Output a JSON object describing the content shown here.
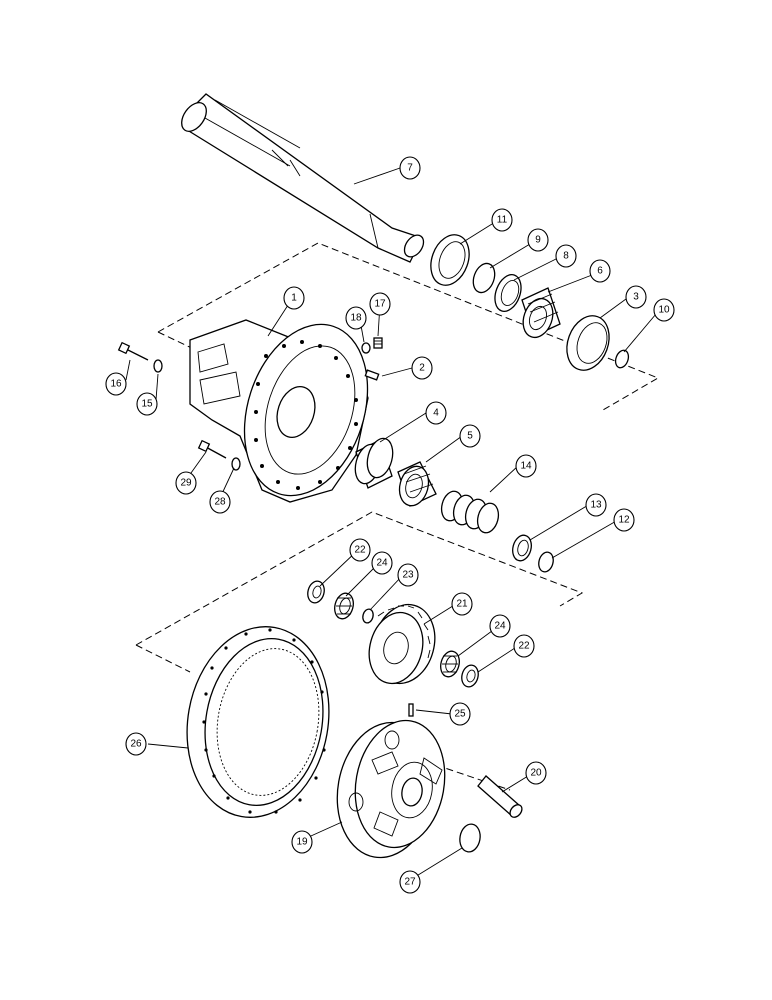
{
  "callouts": [
    {
      "id": "c1",
      "label": "1"
    },
    {
      "id": "c2",
      "label": "2"
    },
    {
      "id": "c3",
      "label": "3"
    },
    {
      "id": "c4",
      "label": "4"
    },
    {
      "id": "c5",
      "label": "5"
    },
    {
      "id": "c6",
      "label": "6"
    },
    {
      "id": "c7",
      "label": "7"
    },
    {
      "id": "c8",
      "label": "8"
    },
    {
      "id": "c9",
      "label": "9"
    },
    {
      "id": "c10",
      "label": "10"
    },
    {
      "id": "c11",
      "label": "11"
    },
    {
      "id": "c12",
      "label": "12"
    },
    {
      "id": "c13",
      "label": "13"
    },
    {
      "id": "c14",
      "label": "14"
    },
    {
      "id": "c15",
      "label": "15"
    },
    {
      "id": "c16",
      "label": "16"
    },
    {
      "id": "c17",
      "label": "17"
    },
    {
      "id": "c18",
      "label": "18"
    },
    {
      "id": "c19",
      "label": "19"
    },
    {
      "id": "c20",
      "label": "20"
    },
    {
      "id": "c21",
      "label": "21"
    },
    {
      "id": "c22a",
      "label": "22"
    },
    {
      "id": "c22b",
      "label": "22"
    },
    {
      "id": "c23",
      "label": "23"
    },
    {
      "id": "c24a",
      "label": "24"
    },
    {
      "id": "c24b",
      "label": "24"
    },
    {
      "id": "c25",
      "label": "25"
    },
    {
      "id": "c26",
      "label": "26"
    },
    {
      "id": "c27",
      "label": "27"
    },
    {
      "id": "c28",
      "label": "28"
    },
    {
      "id": "c29",
      "label": "29"
    }
  ]
}
